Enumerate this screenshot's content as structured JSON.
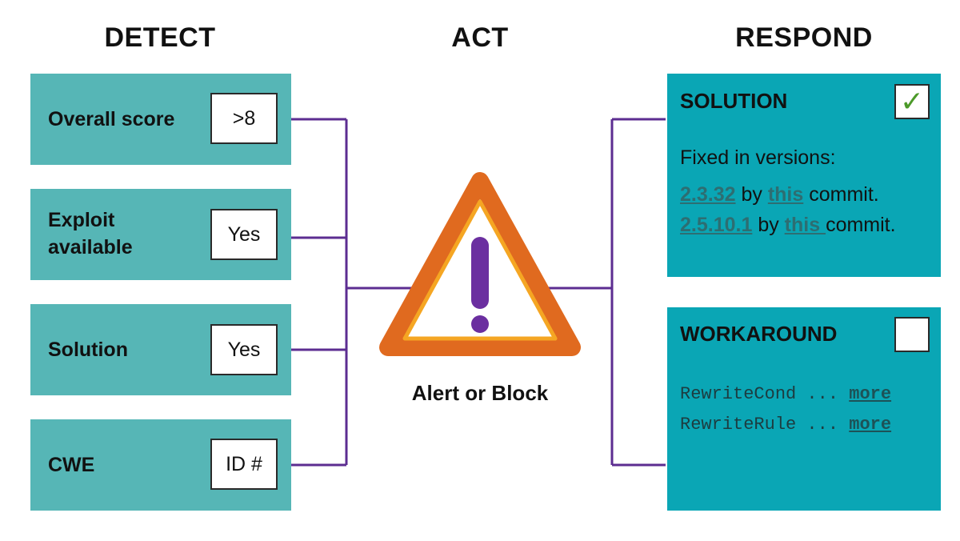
{
  "columns": {
    "detect": "DETECT",
    "act": "ACT",
    "respond": "RESPOND"
  },
  "detect": [
    {
      "label": "Overall score",
      "value": ">8"
    },
    {
      "label_line1": "Exploit",
      "label_line2": "available",
      "value": "Yes"
    },
    {
      "label": "Solution",
      "value": "Yes"
    },
    {
      "label": "CWE",
      "value": "ID #"
    }
  ],
  "act": {
    "caption": "Alert or Block",
    "icon": "warning-triangle-icon"
  },
  "solution": {
    "title": "SOLUTION",
    "checked": true,
    "checkmark": "✓",
    "intro": "Fixed in versions:",
    "versions": [
      {
        "version": "2.3.32",
        "by": "by",
        "link": "this",
        "suffix": "commit."
      },
      {
        "version": "2.5.10.1",
        "by": "by",
        "link": "this ",
        "suffix": "commit."
      }
    ]
  },
  "workaround": {
    "title": "WORKAROUND",
    "checked": false,
    "lines": [
      {
        "code": "RewriteCond ...",
        "more": "more"
      },
      {
        "code": "RewriteRule ...",
        "more": "more"
      }
    ]
  },
  "colors": {
    "detect_box": "#56b6b6",
    "respond_box": "#0aa6b5",
    "connector": "#5c2d91",
    "triangle_outer": "#e06a1f",
    "triangle_inner": "#f5a623",
    "exclamation": "#6b2fa0",
    "checkmark": "#4c9a2a"
  }
}
